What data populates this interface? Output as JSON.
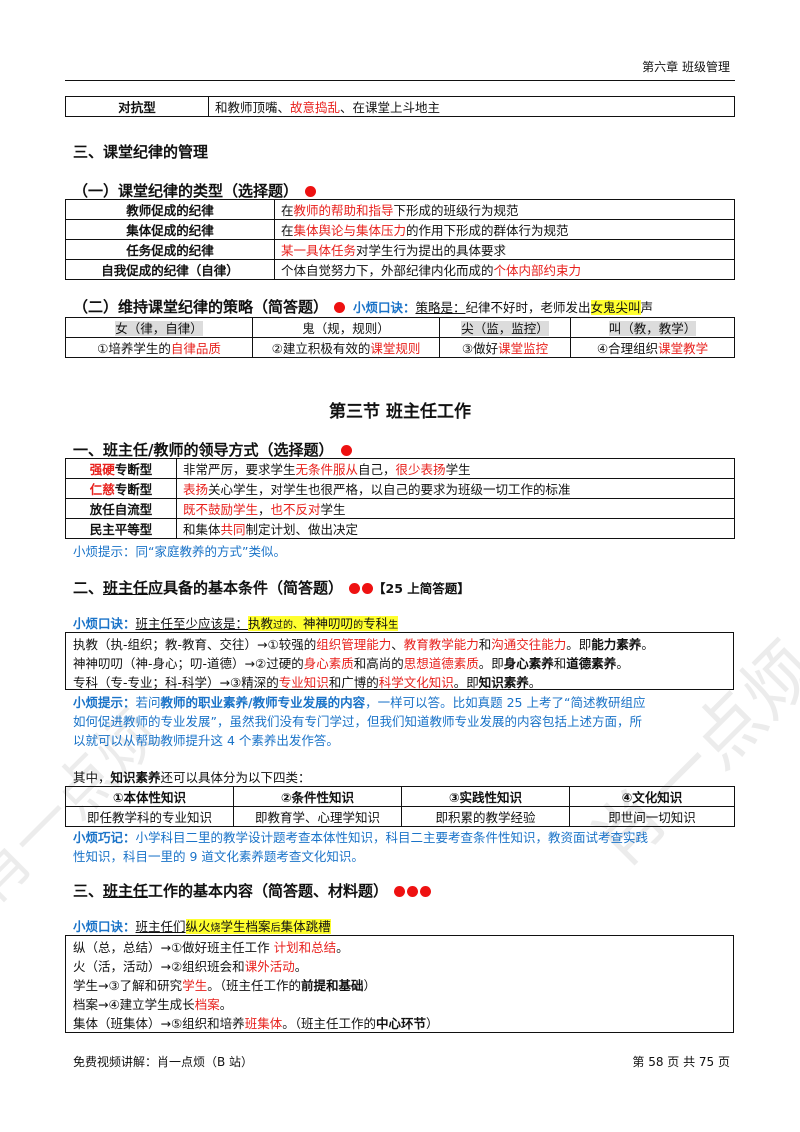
{
  "header": {
    "chapter": "第六章  班级管理"
  },
  "top_table": {
    "label": "对抗型",
    "desc_1": "和教师顶嘴、",
    "desc_2": "故意捣乱",
    "desc_3": "、在课堂上斗地主"
  },
  "sec3_title": "三、课堂纪律的管理",
  "types": {
    "title": "（一）课堂纪律的类型（选择题）",
    "rows": [
      {
        "name": "教师促成的纪律",
        "d1": "在",
        "d2": "教师的帮助和指导",
        "d3": "下形成的班级行为规范"
      },
      {
        "name": "集体促成的纪律",
        "d1": "在",
        "d2": "集体舆论与集体压力",
        "d3": "的作用下形成的群体行为规范"
      },
      {
        "name": "任务促成的纪律",
        "d1": "",
        "d2": "某一具体任务",
        "d3": "对学生行为提出的具体要求"
      },
      {
        "name": "自我促成的纪律（自律）",
        "d1": "个体自觉努力下，外部纪律内化而成的",
        "d2": "个体内部约束力",
        "d3": ""
      }
    ]
  },
  "strategy": {
    "title": "（二）维持课堂纪律的策略（简答题）",
    "tip_label": "小烦口诀：",
    "tip_a": "策略是：",
    "tip_b": "纪律不好时，老师发出",
    "tip_c": "女鬼尖叫",
    "tip_d": "声",
    "heads": [
      "女（律，自律）",
      "鬼（规，规则）",
      "尖（监，监控）",
      "叫（教，教学）"
    ],
    "cells": [
      {
        "p": "①培养学生的",
        "r": "自律品质"
      },
      {
        "p": "②建立积极有效的",
        "r": "课堂规则"
      },
      {
        "p": "③做好",
        "r": "课堂监控"
      },
      {
        "p": "④合理组织",
        "r": "课堂教学"
      }
    ]
  },
  "section_title": "第三节  班主任工作",
  "leadership": {
    "title": "一、班主任/教师的领导方式（选择题）",
    "rows": [
      {
        "n1": "强硬",
        "n2": "专断型",
        "d": [
          "非常严厉，要求学生",
          "无条件服从",
          "自己，",
          "很少表扬",
          "学生"
        ]
      },
      {
        "n1": "仁慈",
        "n2": "专断型",
        "d": [
          "",
          "表扬",
          "关心学生，对学生也很严格，以自己的要求为班级一切工作的标准",
          "",
          ""
        ]
      },
      {
        "n1": "",
        "n2": "放任自流型",
        "d": [
          "",
          "既不鼓励学生",
          "，",
          "也不反对",
          "学生"
        ]
      },
      {
        "n1": "",
        "n2": "民主平等型",
        "d": [
          "和集体",
          "共同",
          "制定计划、做出决定",
          "",
          ""
        ]
      }
    ],
    "tip": "小烦提示：同“家庭教养的方式”类似。"
  },
  "conditions": {
    "title_a": "二、",
    "title_b": "班主任",
    "title_c": "应具备的基本条件（简答题）",
    "tag": "【25 上简答题】",
    "tip_label": "小烦口诀：",
    "tip_a": "班主任至少应该是：",
    "tip_b": "执教",
    "tip_c": "过的、",
    "tip_d": "神神叨叨",
    "tip_e": "的",
    "tip_f": "专科",
    "tip_g": "生",
    "lines": [
      [
        "执教（执-组织；教-教育、交往）→①较强的",
        "组织管理能力",
        "、",
        "教育教学能力",
        "和",
        "沟通交往能力",
        "。即",
        "能力素养",
        "。"
      ],
      [
        "神神叨叨（神-身心；叨-道德）→②过硬的",
        "身心素质",
        "和高尚的",
        "思想道德素质",
        "。即",
        "身心素养",
        "和",
        "道德素养",
        "。"
      ],
      [
        "专科（专-专业；科-科学）→③精深的",
        "专业知识",
        "和广博的",
        "科学文化知识",
        "。即",
        "知识素养",
        "。",
        "",
        ""
      ]
    ],
    "note_label": "小烦提示：",
    "note_a": "若问",
    "note_b": "教师的职业素养/教师专业发展的内容",
    "note_c": "，一样可以答。比如真题 25 上考了“简述教研组应",
    "note_2": "如何促进教师的专业发展”，虽然我们没有专门学过，但我们知道教师专业发展的内容包括上述方面，所",
    "note_3": "以就可以从帮助教师提升这 4 个素养出发作答。",
    "know_a": "其中，",
    "know_b": "知识素养",
    "know_c": "还可以具体分为以下四类：",
    "know_heads": [
      "①本体性知识",
      "②条件性知识",
      "③实践性知识",
      "④文化知识"
    ],
    "know_cells": [
      "即任教学科的专业知识",
      "即教育学、心理学知识",
      "即积累的教学经验",
      "即世间一切知识"
    ],
    "memo_label": "小烦巧记：",
    "memo_1": "小学科目二里的教学设计题考查本体性知识，科目二主要考查条件性知识，教资面试考查实践",
    "memo_2": "性知识，科目一里的 9 道文化素养题考查文化知识。"
  },
  "work": {
    "title_a": "三、",
    "title_b": "班主任",
    "title_c": "工作的基本内容（简答题、材料题）",
    "tip_label": "小烦口诀：",
    "tip_a": "班主任们",
    "tip_b": "纵火",
    "tip_c": "烧",
    "tip_d": "学生档案",
    "tip_e": "后",
    "tip_f": "集体跳槽",
    "lines": [
      [
        "纵（总，总结）→①做好班主任工作 ",
        "计划和总结",
        "。",
        "",
        ""
      ],
      [
        "火（活，活动）→②组织班会和",
        "课外活动",
        "。",
        "",
        ""
      ],
      [
        "学生→③了解和研究",
        "学生",
        "。（班主任工作的",
        "前提和基础",
        "）"
      ],
      [
        "档案→④建立学生成长",
        "档案",
        "。",
        "",
        ""
      ],
      [
        "集体（班集体）→⑤组织和培养",
        "班集体",
        "。（班主任工作的",
        "中心环节",
        "）"
      ]
    ]
  },
  "footer": {
    "left": "免费视频讲解：肖一点烦（B 站）",
    "right": "第 58 页 共 75 页"
  },
  "watermark": "肖一点烦",
  "colors": {
    "red": "#e8211d",
    "blue": "#1a73c8",
    "highlight": "#ffff2e"
  },
  "icons": [
    "red-dot-icon"
  ]
}
